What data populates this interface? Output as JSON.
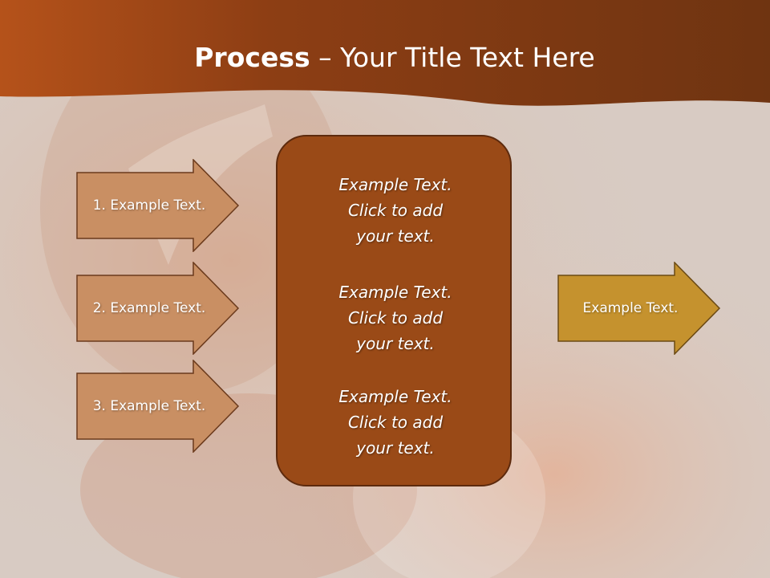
{
  "slide": {
    "title_bold": "Process",
    "title_rest": " – Your Title Text Here"
  },
  "inputs": [
    {
      "label": "1. Example Text."
    },
    {
      "label": "2. Example Text."
    },
    {
      "label": "3. Example Text."
    }
  ],
  "center_box": {
    "blocks": [
      "Example Text.\nClick  to add\nyour text.",
      "Example Text.\nClick  to add\nyour text.",
      "Example Text.\nClick  to add\nyour text."
    ]
  },
  "output": {
    "label": "Example Text."
  },
  "colors": {
    "header": "#7a3612",
    "input_arrow": "#c98f63",
    "center_box": "#9a4a17",
    "output_arrow": "#c5922e"
  }
}
